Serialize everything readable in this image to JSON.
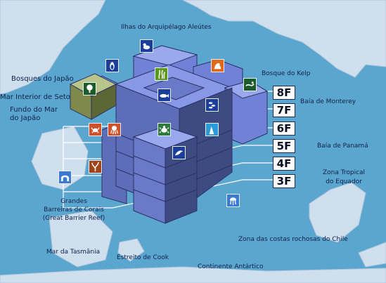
{
  "regions": {
    "aleutian": "Ilhas do Arquipélago Aleútes",
    "japan_forest": "Bosques do Japão",
    "seto": "Mar Interior de Seto",
    "japan_sea_1": "Fundo do Mar",
    "japan_sea_2": "do Japão",
    "kelp": "Bosque do Kelp",
    "monterey": "Baía de Monterey",
    "panama": "Baía de Panamá",
    "tropical_1": "Zona Tropical",
    "tropical_2": "do Equador",
    "reef_1": "Grandes",
    "reef_2": "Barreiras de Corais",
    "reef_3": "(Great Barrier Reef)",
    "tasman": "Mar da Tasmânia",
    "cook": "Estreito de Cook",
    "chile": "Zona das costas rochosas do Chile",
    "antarctic": "Continente Antártico"
  },
  "floors": [
    "8F",
    "7F",
    "6F",
    "5F",
    "4F",
    "3F"
  ],
  "icons": [
    {
      "name": "otter-icon",
      "color": "#3a7ad0"
    },
    {
      "name": "penguin-icon",
      "color": "#1a3e9a"
    },
    {
      "name": "sea-lion-icon",
      "color": "#e06a1c"
    },
    {
      "name": "tree-icon",
      "color": "#1d5a2a"
    },
    {
      "name": "kelp-icon",
      "color": "#ffffff"
    },
    {
      "name": "seaweed-icon",
      "color": "#5a9a1a"
    },
    {
      "name": "whale-shark-icon",
      "color": "#1a3e9a"
    },
    {
      "name": "fish-school-icon",
      "color": "#1a3e9a"
    },
    {
      "name": "crab-icon",
      "color": "#d0502a"
    },
    {
      "name": "octopus-icon",
      "color": "#d0502a"
    },
    {
      "name": "turtle-icon",
      "color": "#2e7a3a"
    },
    {
      "name": "shark-icon",
      "color": "#2a9ad8"
    },
    {
      "name": "dolphin-icon",
      "color": "#1a3e9a"
    },
    {
      "name": "coral-icon",
      "color": "#a0441a"
    },
    {
      "name": "arch-icon",
      "color": "#3a7ad0"
    },
    {
      "name": "jellyfish-icon",
      "color": "#3a7ad0"
    }
  ],
  "colors": {
    "sea": "#5ba6cf",
    "land": "#cfdfee",
    "building_top": "#8898e6",
    "building_side": "#5e6db8",
    "building_dark": "#3e4a82"
  }
}
